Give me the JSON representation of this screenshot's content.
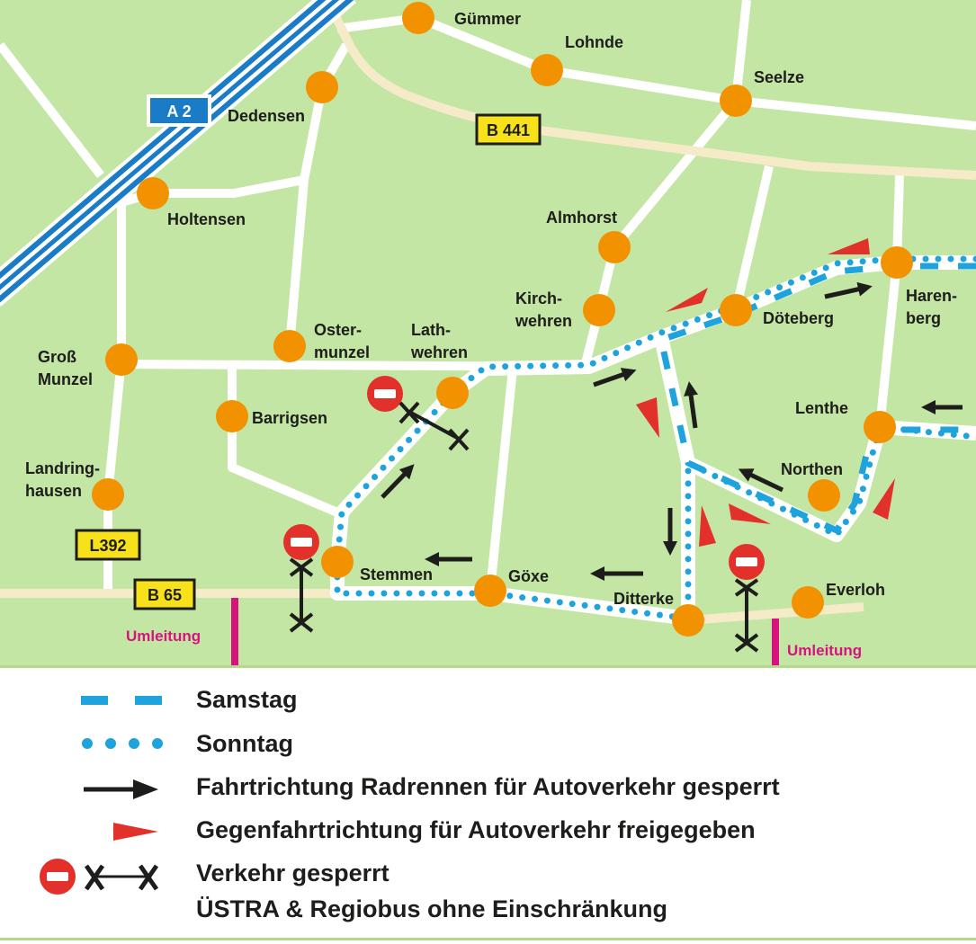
{
  "map": {
    "towns": {
      "guemmer": "Gümmer",
      "lohnde": "Lohnde",
      "seelze": "Seelze",
      "dedensen": "Dedensen",
      "holtensen": "Holtensen",
      "almhorst": "Almhorst",
      "kirchwehren": [
        "Kirch-",
        "wehren"
      ],
      "doeteberg": "Döteberg",
      "harenberg": [
        "Haren-",
        "berg"
      ],
      "ostermunzel": [
        "Oster-",
        "munzel"
      ],
      "lathwehren": [
        "Lath-",
        "wehren"
      ],
      "gross_munzel": [
        "Groß",
        "Munzel"
      ],
      "barrigsen": "Barrigsen",
      "lenthe": "Lenthe",
      "northen": "Northen",
      "landringhausen": [
        "Landring-",
        "hausen"
      ],
      "stemmen": "Stemmen",
      "goexe": "Göxe",
      "ditterke": "Ditterke",
      "everloh": "Everloh"
    },
    "road_signs": {
      "a2": "A 2",
      "b441": "B 441",
      "l392": "L392",
      "b65": "B 65"
    },
    "detour_label": "Umleitung",
    "colors": {
      "land": "#c4e6a4",
      "town": "#f39200",
      "route": "#1fa3dc",
      "motorway": "#1a7cc7",
      "federal_road": "#f5ebc8",
      "detour": "#d6137f",
      "contra": "#e2302a"
    }
  },
  "legend": {
    "samstag": "Samstag",
    "sonntag": "Sonntag",
    "direction": "Fahrtrichtung Radrennen für Autoverkehr gesperrt",
    "contra": "Gegenfahrtrichtung für Autoverkehr freigegeben",
    "closed_line1": "Verkehr gesperrt",
    "closed_line2": "ÜSTRA & Regiobus ohne Einschränkung"
  }
}
